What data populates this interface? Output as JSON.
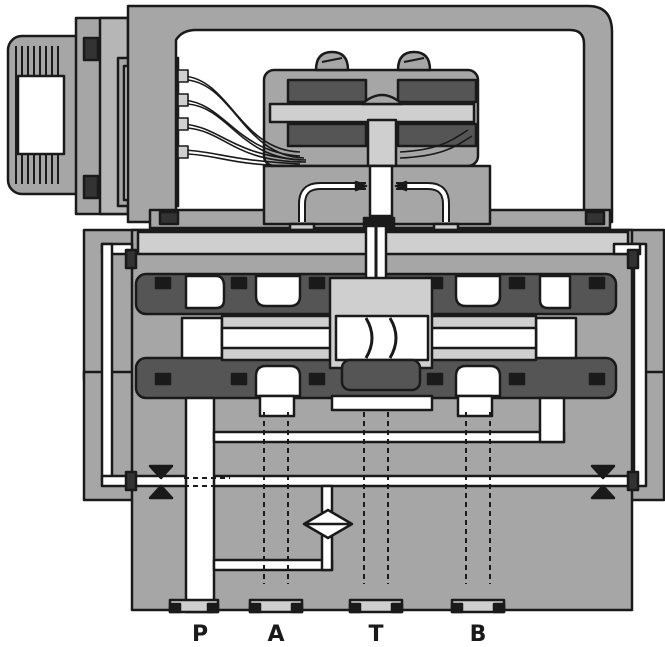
{
  "diagram": {
    "kind": "servo valve cross-section",
    "ports": [
      {
        "id": "P",
        "label": "P"
      },
      {
        "id": "A",
        "label": "A"
      },
      {
        "id": "T",
        "label": "T"
      },
      {
        "id": "B",
        "label": "B"
      }
    ],
    "colors": {
      "body": "#a6a6a6",
      "dark": "#555555",
      "outline": "#1a1a1a",
      "light": "#cfcfcf",
      "background": "#ffffff"
    }
  }
}
